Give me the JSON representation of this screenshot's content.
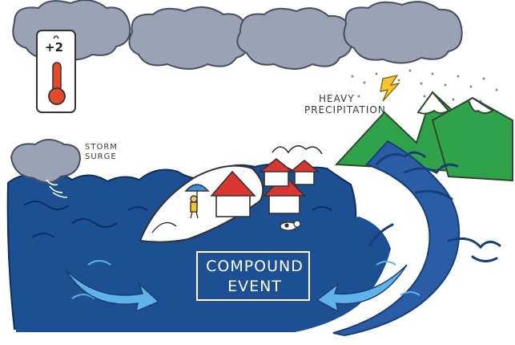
{
  "thermometer": {
    "reading": "+2"
  },
  "labels": {
    "storm_surge": [
      "STORM",
      "SURGE"
    ],
    "heavy_precipitation": [
      "HEAVY",
      "PRECIPITATION"
    ],
    "compound_event": [
      "COMPOUND",
      "EVENT"
    ]
  },
  "colors": {
    "cloud": "#9aa3b5",
    "cloud_outline": "#4a4f5e",
    "ocean": "#1d4f93",
    "ocean_dark": "#173f78",
    "river": "#2a5da6",
    "mountain": "#2fa24a",
    "roof": "#d8362e",
    "arrow": "#5fb3ea",
    "rain": "#7a8aa8",
    "lightning": "#f7c430",
    "thermo_bulb": "#e24a2a"
  },
  "icons": [
    "cloud-icon",
    "thermometer-icon",
    "lightning-icon",
    "rain-icon",
    "mountain-icon",
    "house-icon",
    "umbrella-person-icon",
    "dog-icon",
    "wave-icon",
    "arrow-icon"
  ]
}
